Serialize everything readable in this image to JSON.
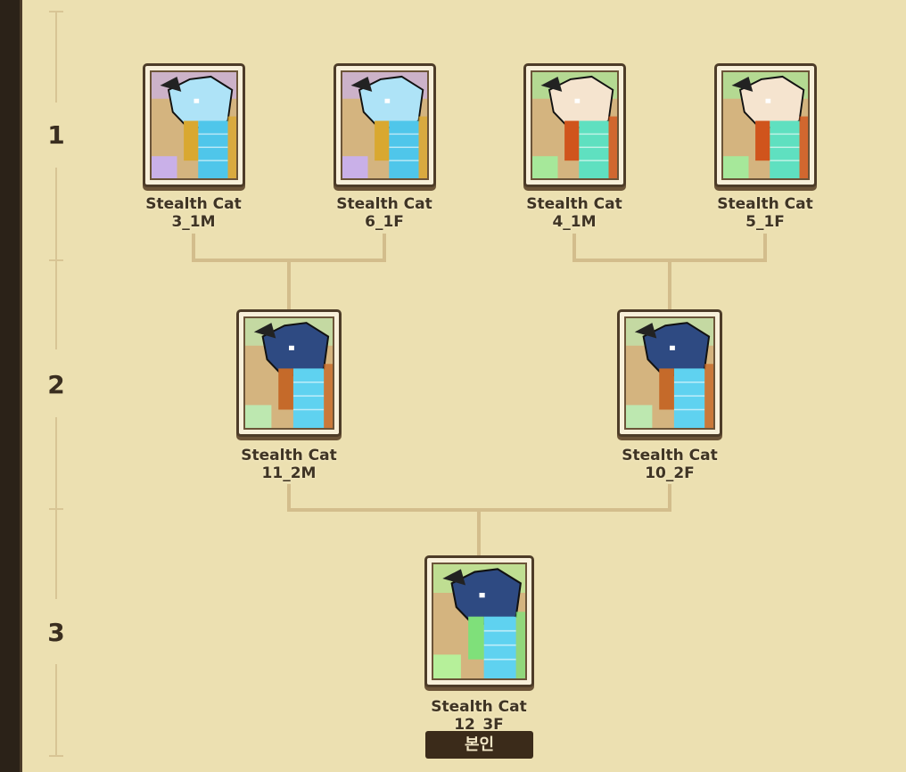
{
  "generations": [
    "1",
    "2",
    "3"
  ],
  "cats": [
    {
      "name": "Stealth Cat",
      "id": "3_1M",
      "palette": [
        "#aee3f7",
        "#4fc6ea",
        "#d9a830",
        "#c9b0e8"
      ]
    },
    {
      "name": "Stealth Cat",
      "id": "6_1F",
      "palette": [
        "#aee3f7",
        "#4fc6ea",
        "#d9a830",
        "#c9b0e8"
      ]
    },
    {
      "name": "Stealth Cat",
      "id": "4_1M",
      "palette": [
        "#f5e4cf",
        "#5fe0c0",
        "#d0541c",
        "#a6e89a"
      ]
    },
    {
      "name": "Stealth Cat",
      "id": "5_1F",
      "palette": [
        "#f5e4cf",
        "#5fe0c0",
        "#d0541c",
        "#a6e89a"
      ]
    },
    {
      "name": "Stealth Cat",
      "id": "11_2M",
      "palette": [
        "#2e4a82",
        "#5fd2f0",
        "#c56a2a",
        "#bde8b0"
      ]
    },
    {
      "name": "Stealth Cat",
      "id": "10_2F",
      "palette": [
        "#2e4a82",
        "#5fd2f0",
        "#c56a2a",
        "#bde8b0"
      ]
    },
    {
      "name": "Stealth Cat",
      "id": "12_3F",
      "palette": [
        "#2e4a82",
        "#5fd2f0",
        "#7fe07a",
        "#b6f09a"
      ]
    }
  ],
  "self_badge": "본인"
}
